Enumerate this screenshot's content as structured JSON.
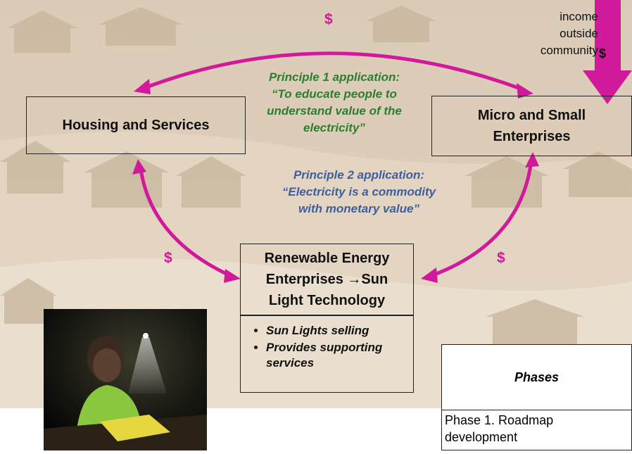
{
  "boxes": {
    "housing": "Housing and Services",
    "micro_line1": "Micro and Small",
    "micro_line2": "Enterprises",
    "renewable_line1": "Renewable Energy",
    "renewable_line2": "Enterprises →Sun",
    "renewable_line3": "Light Technology"
  },
  "bullets": [
    "Sun Lights selling",
    "Provides supporting services"
  ],
  "principle1": {
    "line1": "Principle 1 application:",
    "line2": "“To educate people to",
    "line3": "understand value of the",
    "line4": "electricity”"
  },
  "principle2": {
    "line1": "Principle 2 application:",
    "line2": "“Electricity is a commodity",
    "line3": "with monetary value”"
  },
  "dollar": "$",
  "income": {
    "line1": "income",
    "line2": "outside",
    "line3": "community",
    "symbol": "$"
  },
  "phases": {
    "title": "Phases",
    "row1": "Phase 1. Roadmap development"
  },
  "colors": {
    "arrow": "#d11a9b",
    "income_arrow": "#d11a9b",
    "principle1": "#2e7d32",
    "principle2": "#3d5fa0"
  }
}
